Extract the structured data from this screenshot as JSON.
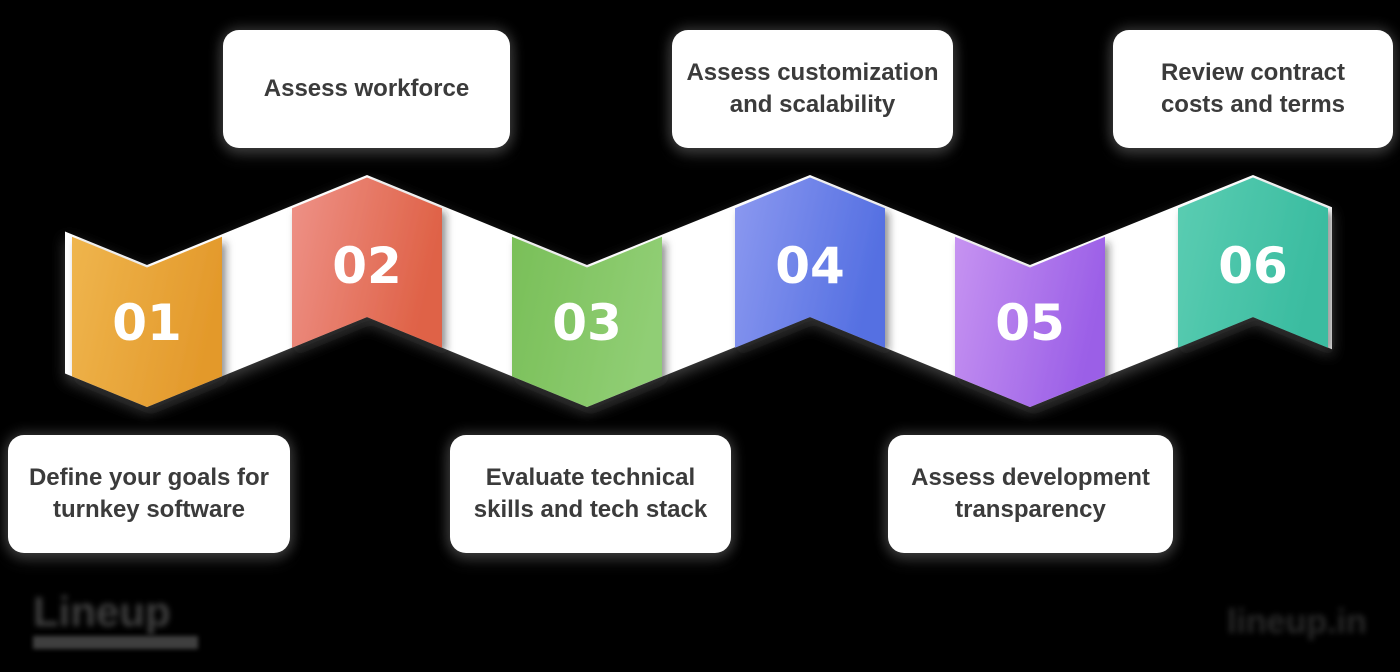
{
  "canvas": {
    "background": "#000000"
  },
  "ribbon": {
    "band_color": "#FFFFFF",
    "number_color": "#FFFFFF"
  },
  "text_color": "#3B3B3B",
  "steps": [
    {
      "number": "01",
      "label": "Define your goals for\nturnkey software",
      "label_position": "bottom",
      "color_from": "#EFB54D",
      "color_to": "#E3992B"
    },
    {
      "number": "02",
      "label": "Assess workforce",
      "label_position": "top",
      "color_from": "#EE9288",
      "color_to": "#DF6247"
    },
    {
      "number": "03",
      "label": "Evaluate technical\nskills and tech stack",
      "label_position": "bottom",
      "color_from": "#79BF58",
      "color_to": "#90CE74"
    },
    {
      "number": "04",
      "label": "Assess customization\nand scalability",
      "label_position": "top",
      "color_from": "#8C99F0",
      "color_to": "#5570E2"
    },
    {
      "number": "05",
      "label": "Assess development\ntransparency",
      "label_position": "bottom",
      "color_from": "#C693F1",
      "color_to": "#9B5FE7"
    },
    {
      "number": "06",
      "label": "Review contract\ncosts and terms",
      "label_position": "top",
      "color_from": "#5BCDB2",
      "color_to": "#3ABCA0"
    }
  ],
  "watermarks": {
    "left": "Lineup",
    "right": "lineup.in"
  }
}
